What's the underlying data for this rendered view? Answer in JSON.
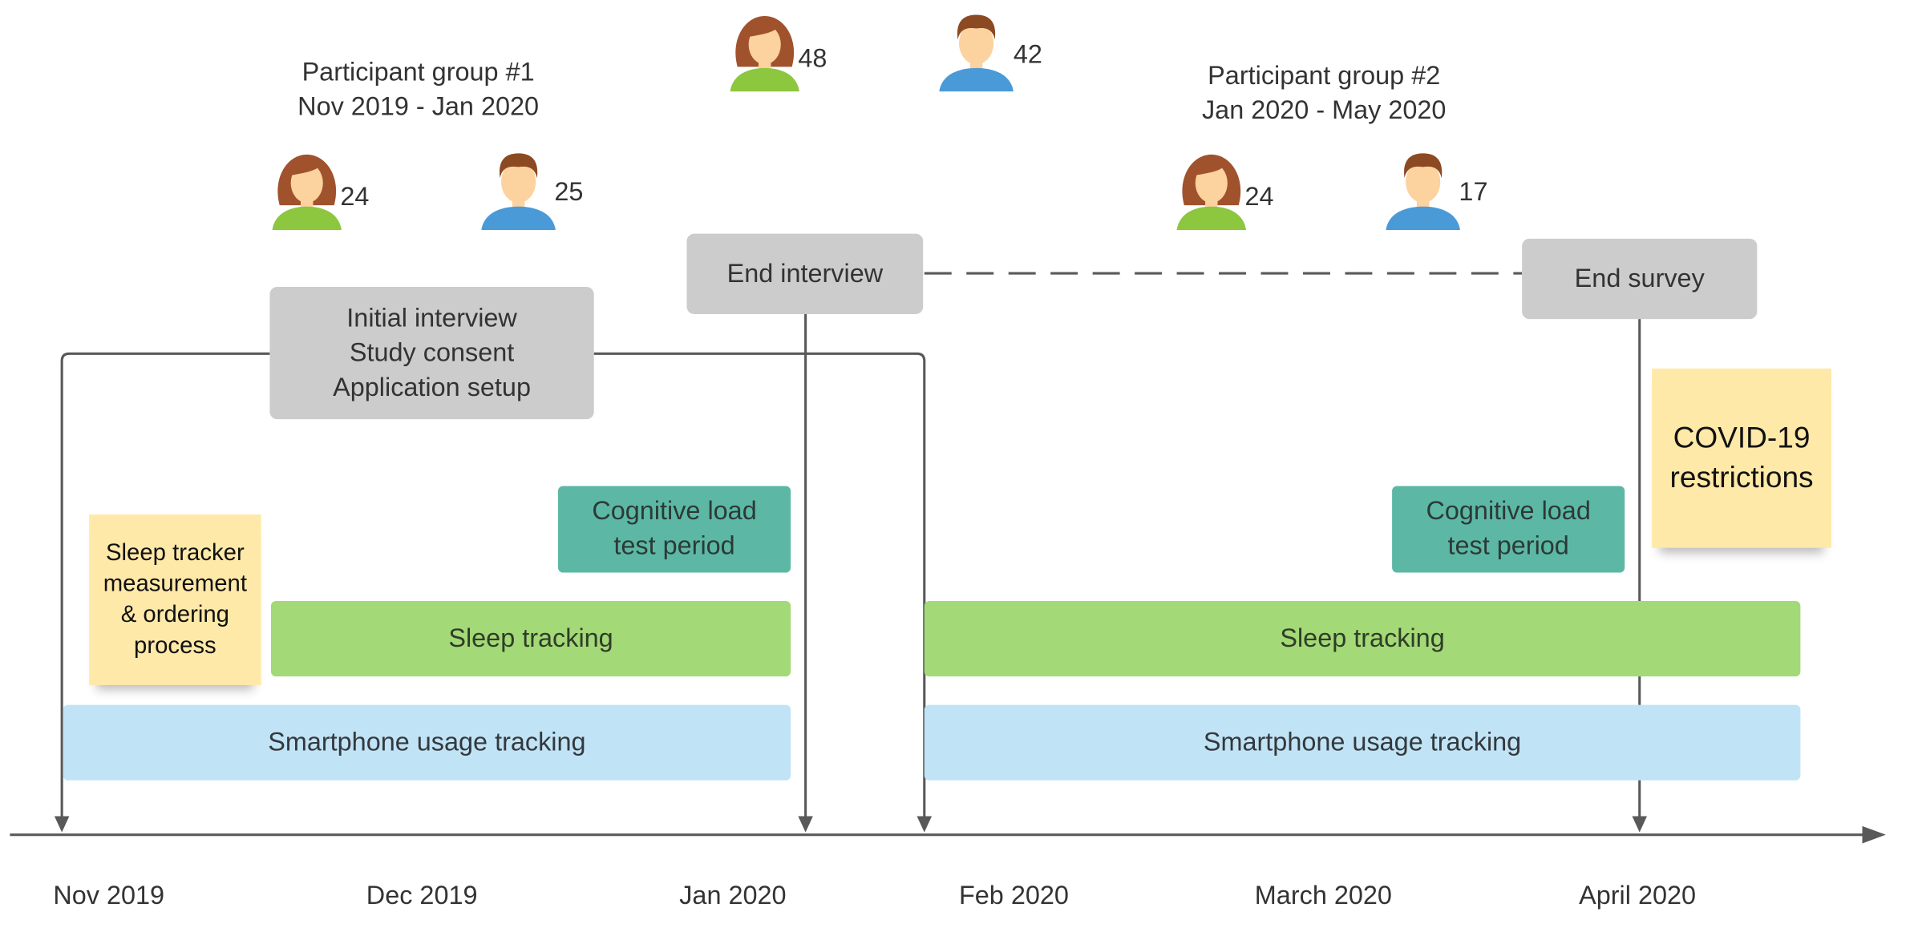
{
  "groups": [
    {
      "title": "Participant group #1",
      "period": "Nov 2019 - Jan 2020",
      "female_count": "24",
      "male_count": "25"
    },
    {
      "title": "Participant group #2",
      "period": "Jan 2020 - May 2020",
      "female_count": "24",
      "male_count": "17"
    }
  ],
  "end_interview_counts": {
    "female": "48",
    "male": "42"
  },
  "boxes": {
    "initial": [
      "Initial interview",
      "Study consent",
      "Application setup"
    ],
    "end_interview": "End interview",
    "end_survey": "End survey",
    "cognitive_1": [
      "Cognitive load",
      "test period"
    ],
    "cognitive_2": [
      "Cognitive load",
      "test period"
    ],
    "sleep_1": "Sleep tracking",
    "sleep_2": "Sleep tracking",
    "smartphone_1": "Smartphone usage tracking",
    "smartphone_2": "Smartphone usage tracking"
  },
  "notes": {
    "sleep_tracker": [
      "Sleep tracker",
      "measurement",
      "& ordering",
      "process"
    ],
    "covid": [
      "COVID-19",
      "restrictions"
    ]
  },
  "timeline": [
    "Nov 2019",
    "Dec 2019",
    "Jan 2020",
    "Feb 2020",
    "March 2020",
    "April 2020"
  ],
  "colors": {
    "grey_box": "#cccccc",
    "teal_box": "#5cb8a5",
    "green_bar": "#a3d977",
    "blue_bar": "#c1e3f6",
    "note": "#ffe9a8",
    "connector": "#595959",
    "female_hair": "#a0522d",
    "female_shirt": "#8dc63f",
    "male_hair": "#8b4a22",
    "male_shirt": "#4a9ad8",
    "skin": "#fcd29f"
  },
  "icons": {
    "female": "female-user-icon",
    "male": "male-user-icon"
  }
}
